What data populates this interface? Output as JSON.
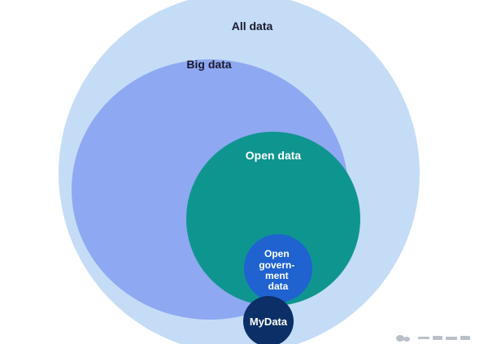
{
  "diagram": {
    "sets": [
      {
        "key": "all_data",
        "label": "All data",
        "color": "#c5dcf6",
        "text_color": "#1a1a2e"
      },
      {
        "key": "big_data",
        "label": "Big data",
        "color": "#8fa8f2",
        "text_color": "#1a1a2e"
      },
      {
        "key": "open_data",
        "label": "Open data",
        "color": "#0f9590",
        "text_color": "#ffffff"
      },
      {
        "key": "open_government_data",
        "label_lines": [
          "Open",
          "govern-",
          "ment",
          "data"
        ],
        "color": "#1f62d0",
        "text_color": "#ffffff"
      },
      {
        "key": "mydata",
        "label": "MyData",
        "color": "#0b2f66",
        "text_color": "#ffffff"
      }
    ]
  }
}
